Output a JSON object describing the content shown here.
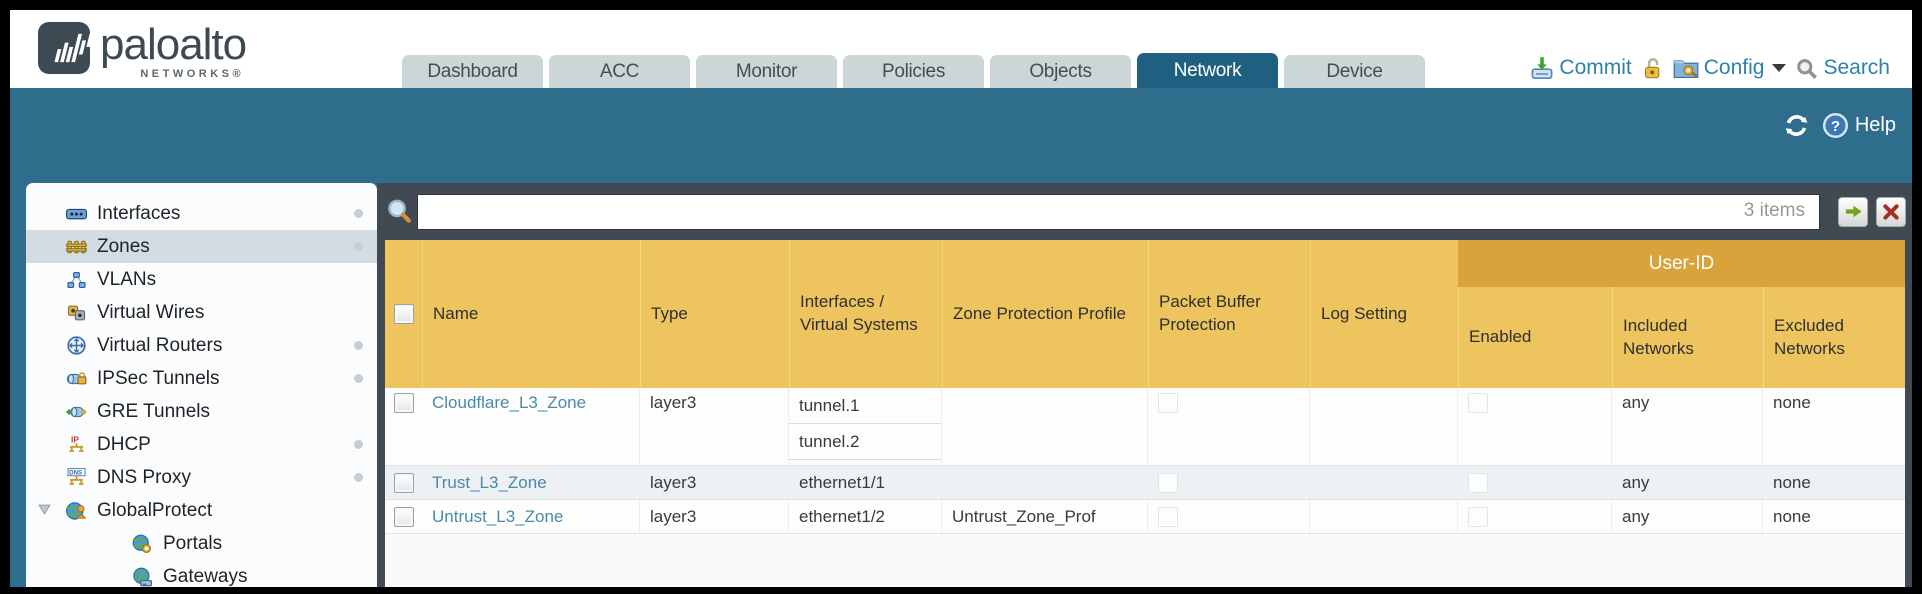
{
  "brand": {
    "name": "paloalto",
    "subtitle": "NETWORKS®"
  },
  "nav": {
    "tabs": [
      {
        "label": "Dashboard",
        "active": false
      },
      {
        "label": "ACC",
        "active": false
      },
      {
        "label": "Monitor",
        "active": false
      },
      {
        "label": "Policies",
        "active": false
      },
      {
        "label": "Objects",
        "active": false
      },
      {
        "label": "Network",
        "active": true
      },
      {
        "label": "Device",
        "active": false
      }
    ]
  },
  "utilities": {
    "commit": "Commit",
    "config": "Config",
    "search": "Search",
    "help": "Help"
  },
  "sidebar": {
    "items": [
      {
        "label": "Interfaces",
        "icon": "interfaces-icon",
        "has_status_dot": true,
        "selected": false,
        "indent": 1
      },
      {
        "label": "Zones",
        "icon": "zones-icon",
        "has_status_dot": true,
        "selected": true,
        "indent": 1
      },
      {
        "label": "VLANs",
        "icon": "vlans-icon",
        "has_status_dot": false,
        "selected": false,
        "indent": 1
      },
      {
        "label": "Virtual Wires",
        "icon": "virtual-wires-icon",
        "has_status_dot": false,
        "selected": false,
        "indent": 1
      },
      {
        "label": "Virtual Routers",
        "icon": "virtual-routers-icon",
        "has_status_dot": true,
        "selected": false,
        "indent": 1
      },
      {
        "label": "IPSec Tunnels",
        "icon": "ipsec-tunnels-icon",
        "has_status_dot": true,
        "selected": false,
        "indent": 1
      },
      {
        "label": "GRE Tunnels",
        "icon": "gre-tunnels-icon",
        "has_status_dot": false,
        "selected": false,
        "indent": 1
      },
      {
        "label": "DHCP",
        "icon": "dhcp-icon",
        "has_status_dot": true,
        "selected": false,
        "indent": 1
      },
      {
        "label": "DNS Proxy",
        "icon": "dns-proxy-icon",
        "has_status_dot": true,
        "selected": false,
        "indent": 1
      },
      {
        "label": "GlobalProtect",
        "icon": "globalprotect-icon",
        "has_status_dot": false,
        "selected": false,
        "indent": 1,
        "expanded": true
      },
      {
        "label": "Portals",
        "icon": "portals-icon",
        "has_status_dot": false,
        "selected": false,
        "indent": 2
      },
      {
        "label": "Gateways",
        "icon": "gateways-icon",
        "has_status_dot": false,
        "selected": false,
        "indent": 2
      }
    ]
  },
  "toolbar": {
    "items_count": "3 items"
  },
  "table": {
    "group_label": "User-ID",
    "columns": [
      "Name",
      "Type",
      "Interfaces / Virtual Systems",
      "Zone Protection Profile",
      "Packet Buffer Protection",
      "Log Setting",
      "Enabled",
      "Included Networks",
      "Excluded Networks"
    ],
    "rows": [
      {
        "name": "Cloudflare_L3_Zone",
        "type": "layer3",
        "interfaces": [
          "tunnel.1",
          "tunnel.2"
        ],
        "zone_protection_profile": "",
        "packet_buffer_protection_checked": false,
        "log_setting": "",
        "user_id_enabled_checked": false,
        "included_networks": "any",
        "excluded_networks": "none"
      },
      {
        "name": "Trust_L3_Zone",
        "type": "layer3",
        "interfaces": [
          "ethernet1/1"
        ],
        "zone_protection_profile": "",
        "packet_buffer_protection_checked": false,
        "log_setting": "",
        "user_id_enabled_checked": false,
        "included_networks": "any",
        "excluded_networks": "none"
      },
      {
        "name": "Untrust_L3_Zone",
        "type": "layer3",
        "interfaces": [
          "ethernet1/2"
        ],
        "zone_protection_profile": "Untrust_Zone_Prof",
        "packet_buffer_protection_checked": false,
        "log_setting": "",
        "user_id_enabled_checked": false,
        "included_networks": "any",
        "excluded_networks": "none"
      }
    ]
  },
  "colors": {
    "teal_band": "#2e6d8c",
    "active_tab": "#1f6080",
    "header_amber": "#eec45f",
    "user_id_band": "#d9a33c",
    "link_blue": "#2e81a8",
    "zone_link": "#4a8aa8",
    "toolbar_slate": "#414a52",
    "row_alt": "#edf1f4"
  }
}
